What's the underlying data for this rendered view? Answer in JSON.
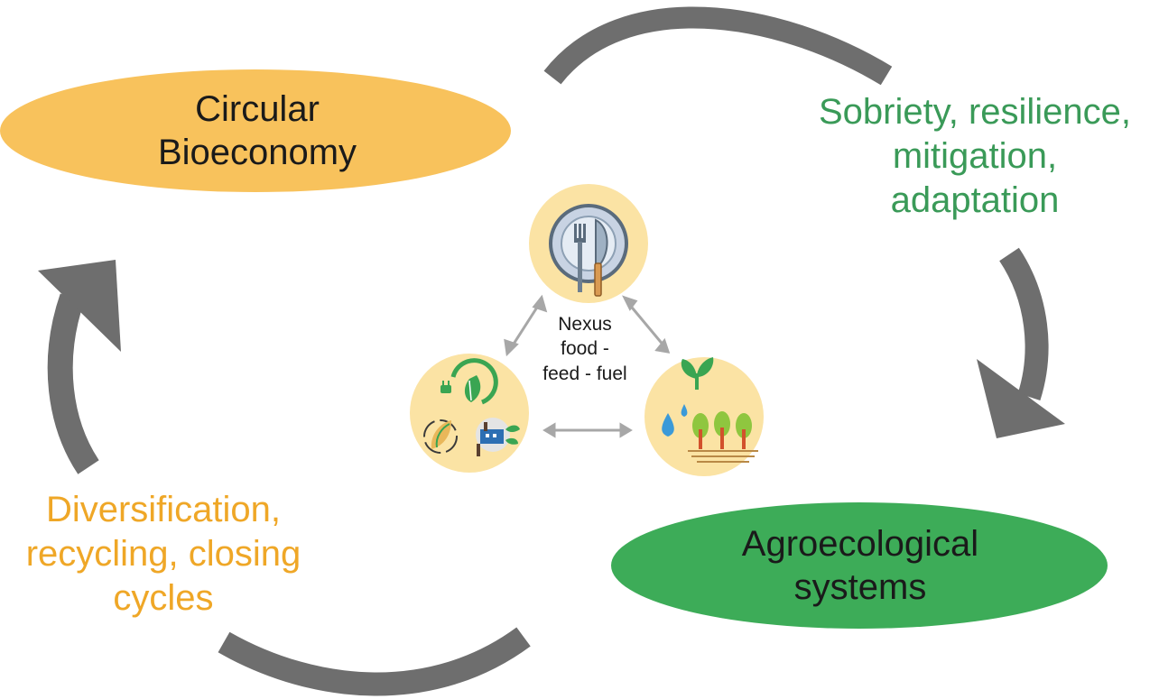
{
  "nodes": {
    "circular_bioeconomy": {
      "lines": [
        "Circular",
        "Bioeconomy"
      ],
      "color": "#f8c25c"
    },
    "agroecological_systems": {
      "lines": [
        "Agroecological",
        "systems"
      ],
      "color": "#3dac58"
    }
  },
  "arrow_labels": {
    "top_right": {
      "lines": [
        "Sobriety, resilience,",
        "mitigation,",
        "adaptation"
      ],
      "color": "#3a9a58"
    },
    "bottom_left": {
      "lines": [
        "Diversification,",
        "recycling, closing",
        "cycles"
      ],
      "color": "#efa727"
    }
  },
  "nexus": {
    "lines": [
      "Nexus",
      "food -",
      "feed - fuel"
    ],
    "icons": {
      "top": "plate-fork-knife-icon",
      "left": "circular-bio-cycle-icon",
      "right": "plant-water-trees-icon"
    },
    "circle_color": "#fbe3a4"
  },
  "arrow_color": "#6e6e6e"
}
